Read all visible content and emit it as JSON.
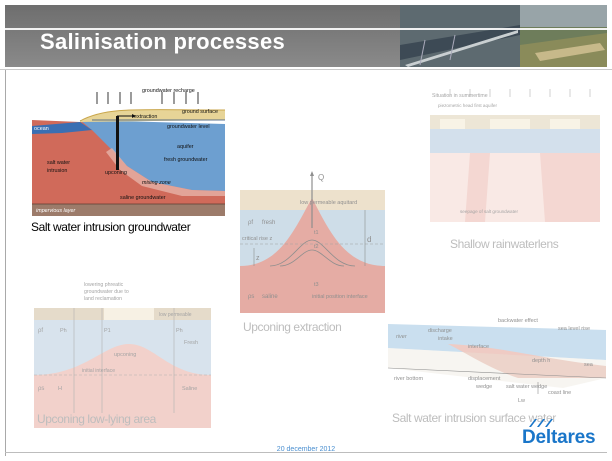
{
  "title": "Salinisation processes",
  "date": "20 december 2012",
  "logo": "Deltares",
  "figures": {
    "groundwater": {
      "caption": "Salt water intrusion groundwater",
      "labels": {
        "recharge": "groundwater recharge",
        "extraction": "extraction",
        "ground_surface": "ground surface",
        "ocean": "ocean",
        "groundwater_level": "groundwater level",
        "aquifer": "aquifer",
        "fresh": "fresh groundwater",
        "salt_intrusion_1": "salt water",
        "salt_intrusion_2": "intrusion",
        "upconing": "upconing",
        "mixing": "mixing zone",
        "saline": "saline groundwater",
        "impervious": "impervious layer"
      }
    },
    "rainwaterlens": {
      "caption": "Shallow rainwaterlens",
      "labels": {
        "situation": "Situation in summertime",
        "phreatic": "piezometric head first aquifer",
        "saline_seepage": "seepage of salt groundwater"
      }
    },
    "extraction": {
      "caption": "Upconing extraction",
      "labels": {
        "q": "Q",
        "low_perm": "low permeable aquitard",
        "fresh": "fresh",
        "critical": "critical rise z",
        "saline": "saline",
        "initial": "initial position interface",
        "rho_f": "ρf",
        "rho_s": "ρs",
        "d": "d",
        "z": "z",
        "t1": "t1",
        "t2": "t2",
        "t3": "t3"
      }
    },
    "lowlying": {
      "caption": "Upconing low-lying area",
      "labels": {
        "lowering_1": "lowering phreatic",
        "lowering_2": "groundwater due to",
        "lowering_3": "land reclamation",
        "low_perm": "low permeable",
        "fresh": "Fresh",
        "upconing": "upconing",
        "initial": "initial interface",
        "saline": "Saline",
        "rho_f": "ρf",
        "rho_s": "ρs",
        "ph_left": "Ph",
        "ph_right": "Ph",
        "p1": "P1",
        "h": "H"
      }
    },
    "surface": {
      "caption": "Salt water intrusion surface water",
      "labels": {
        "backwater": "backwater effect",
        "sea_level": "sea level rise",
        "river": "river",
        "discharge": "discharge",
        "intake": "intake",
        "interface": "interface",
        "depth": "depth h",
        "sea": "sea",
        "river_bottom": "river bottom",
        "displacement_1": "displacement",
        "displacement_2": "wedge",
        "salt_wedge": "salt water wedge",
        "coast": "coast line",
        "lw": "Lw"
      }
    }
  },
  "colors": {
    "title_bar": "#7a7a7a",
    "salt": "#d9705f",
    "fresh": "#6a9fcc",
    "logo": "#1a76c9",
    "date": "#4a8fd0"
  }
}
